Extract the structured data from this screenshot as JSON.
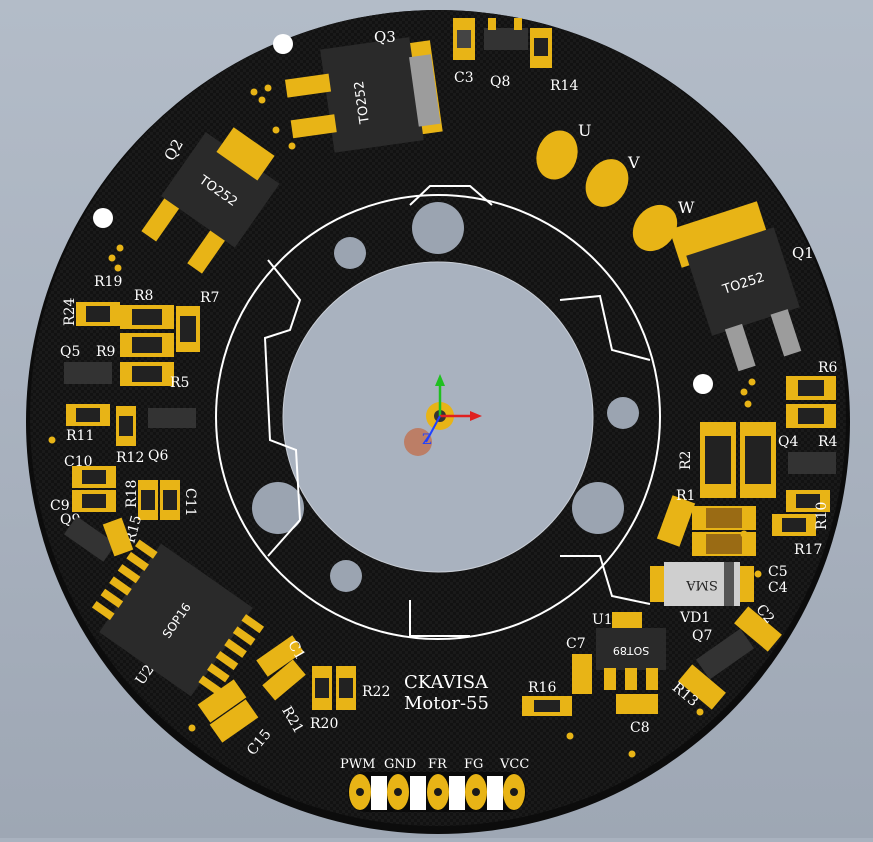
{
  "board": {
    "brand": "CKAVISA",
    "model": "Motor-55",
    "colors": {
      "background": "#a9b2bf",
      "pcb": "#101010",
      "copper_pad": "#e8b416",
      "silkscreen": "#ffffff",
      "axis_x": "#e02020",
      "axis_y": "#20c020",
      "axis_z": "#2040ff"
    }
  },
  "phases": {
    "u": "U",
    "v": "V",
    "w": "W"
  },
  "connector_labels": {
    "pwm": "PWM",
    "gnd": "GND",
    "fr": "FR",
    "fg": "FG",
    "vcc": "VCC"
  },
  "axis": {
    "z": "Z"
  },
  "packages": {
    "q1": "TO252",
    "q2": "TO252",
    "q3": "TO252",
    "u2": "SOP16",
    "u1": "SOT89",
    "vd1": "SMA"
  },
  "refdes": {
    "q1": "Q1",
    "q2": "Q2",
    "q3": "Q3",
    "q4": "Q4",
    "q5": "Q5",
    "q6": "Q6",
    "q7": "Q7",
    "q8": "Q8",
    "q9": "Q9",
    "u1": "U1",
    "u2": "U2",
    "vd1": "VD1",
    "c2": "C2",
    "c3": "C3",
    "c4": "C4",
    "c5": "C5",
    "c7": "C7",
    "c8": "C8",
    "c9": "C9",
    "c10": "C10",
    "c11": "C11",
    "c15": "C15",
    "r1": "R1",
    "r2": "R2",
    "r4": "R4",
    "r5": "R5",
    "r6": "R6",
    "r7": "R7",
    "r8": "R8",
    "r9": "R9",
    "r10": "R10",
    "r11": "R11",
    "r12": "R12",
    "r13": "R13",
    "r14": "R14",
    "r15": "R15",
    "r16": "R16",
    "r17": "R17",
    "r18": "R18",
    "r19": "R19",
    "r20": "R20",
    "r21": "R21",
    "r22": "R22",
    "r24": "R24"
  }
}
